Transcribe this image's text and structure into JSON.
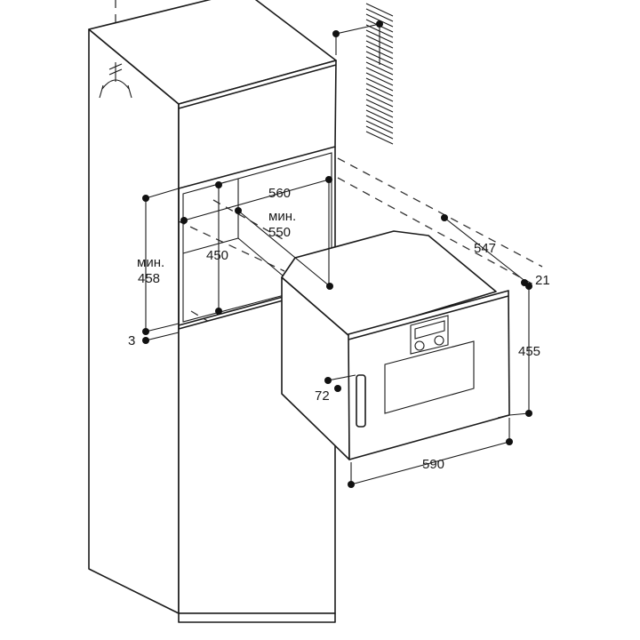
{
  "diagram": {
    "title": "Built-in oven installation dimensions",
    "labels": {
      "niche_width": "560",
      "niche_depth_prefix": "мин.",
      "niche_depth": "550",
      "niche_height_inner": "450",
      "niche_height_prefix": "мин.",
      "niche_height": "458",
      "gap": "3",
      "oven_depth": "547",
      "front_thickness": "21",
      "oven_height": "455",
      "oven_width": "590",
      "handle_offset": "72"
    },
    "colors": {
      "line": "#1a1a1a",
      "background": "#ffffff"
    }
  }
}
